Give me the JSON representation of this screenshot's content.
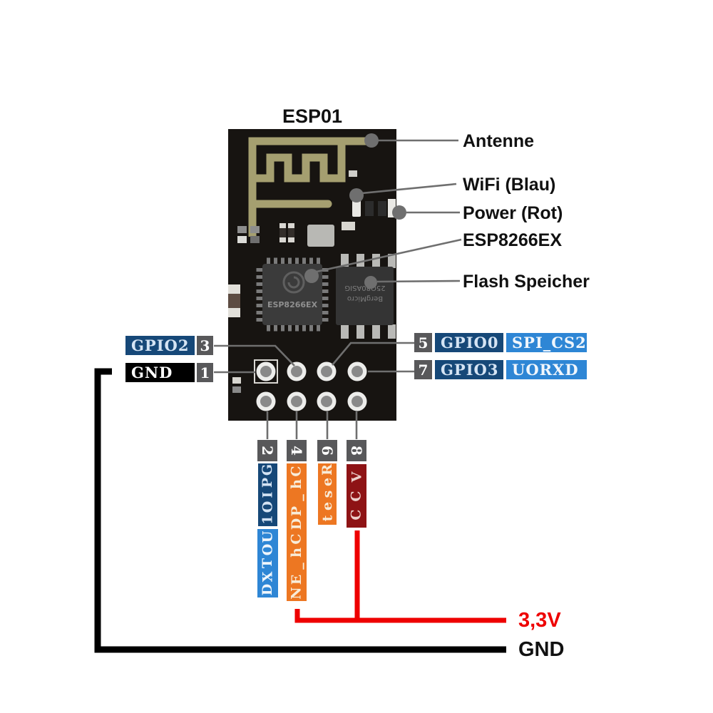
{
  "title": "ESP01",
  "board": {
    "chip_label": "ESP8266EX",
    "flash_line1": "BergMicro",
    "flash_line2": "25Q80ASIG"
  },
  "annotations": [
    {
      "label": "Antenne"
    },
    {
      "label": "WiFi (Blau)"
    },
    {
      "label": "Power (Rot)"
    },
    {
      "label": "ESP8266EX"
    },
    {
      "label": "Flash Speicher"
    }
  ],
  "left_pins": [
    {
      "number": "3",
      "name": "GPIO2"
    },
    {
      "number": "1",
      "name": "GND"
    }
  ],
  "right_pins": [
    {
      "number": "5",
      "name": "GPIO0",
      "alt": "SPI_CS2"
    },
    {
      "number": "7",
      "name": "GPIO3",
      "alt": "UORXD"
    }
  ],
  "bottom_pins": [
    {
      "number": "2",
      "name": "GPIO1",
      "alt": "UOTXD"
    },
    {
      "number": "4",
      "name": "Ch_PD",
      "alt": "Ch_EN"
    },
    {
      "number": "6",
      "name": "Reset",
      "alt": ""
    },
    {
      "number": "8",
      "name": "VCC",
      "alt": ""
    }
  ],
  "power_rails": [
    {
      "label": "3,3V",
      "color": "#ee0000"
    },
    {
      "label": "GND",
      "color": "#111111"
    }
  ],
  "colors": {
    "board": "#171411",
    "antenna_trace": "#a59f70",
    "dark_blue_box": "#164878",
    "light_blue_box": "#2e86d5",
    "orange_box": "#ed7722",
    "dark_red_box": "#8e1315",
    "number_box": "#58585a",
    "leader_line": "#6f6f6f",
    "wire_red": "#ee0000",
    "wire_black": "#000000"
  }
}
